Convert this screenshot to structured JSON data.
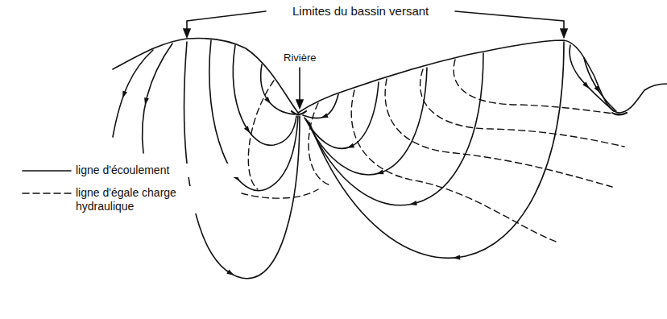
{
  "diagram": {
    "labels": [
      "Limites du bassin versant",
      "Rivière"
    ],
    "legend": [
      {
        "text": "ligne d'écoulement"
      },
      {
        "text": "ligne d'égale charge hydraulique"
      }
    ]
  }
}
